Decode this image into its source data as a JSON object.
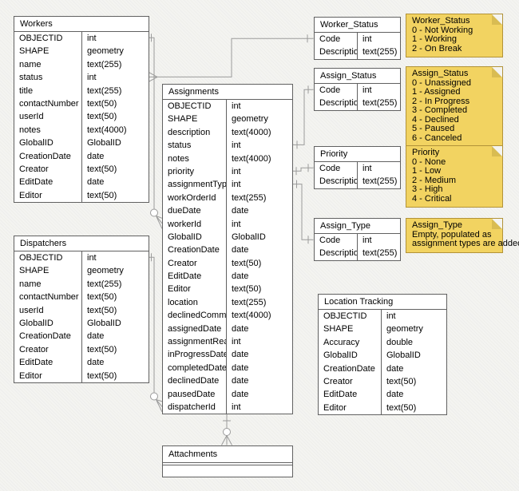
{
  "colors": {
    "background": "#F4F4F1",
    "table_fill": "#FFFFFF",
    "table_border": "#616161",
    "note_fill": "#F2D361",
    "note_border": "#B29339",
    "note_fold": "#D9BC52",
    "connector": "#9B9B9B",
    "text": "#000000"
  },
  "tables": {
    "workers": {
      "title": "Workers",
      "fields": [
        {
          "name": "OBJECTID",
          "type": "int"
        },
        {
          "name": "SHAPE",
          "type": "geometry"
        },
        {
          "name": "name",
          "type": "text(255)"
        },
        {
          "name": "status",
          "type": "int"
        },
        {
          "name": "title",
          "type": "text(255)"
        },
        {
          "name": "contactNumber",
          "type": "text(50)"
        },
        {
          "name": "userId",
          "type": "text(50)"
        },
        {
          "name": "notes",
          "type": "text(4000)"
        },
        {
          "name": "GlobalID",
          "type": "GlobalID"
        },
        {
          "name": "CreationDate",
          "type": "date"
        },
        {
          "name": "Creator",
          "type": "text(50)"
        },
        {
          "name": "EditDate",
          "type": "date"
        },
        {
          "name": "Editor",
          "type": "text(50)"
        }
      ]
    },
    "dispatchers": {
      "title": "Dispatchers",
      "fields": [
        {
          "name": "OBJECTID",
          "type": "int"
        },
        {
          "name": "SHAPE",
          "type": "geometry"
        },
        {
          "name": "name",
          "type": "text(255)"
        },
        {
          "name": "contactNumber",
          "type": "text(50)"
        },
        {
          "name": "userId",
          "type": "text(50)"
        },
        {
          "name": "GlobalID",
          "type": "GlobalID"
        },
        {
          "name": "CreationDate",
          "type": "date"
        },
        {
          "name": "Creator",
          "type": "text(50)"
        },
        {
          "name": "EditDate",
          "type": "date"
        },
        {
          "name": "Editor",
          "type": "text(50)"
        }
      ]
    },
    "assignments": {
      "title": "Assignments",
      "fields": [
        {
          "name": "OBJECTID",
          "type": "int"
        },
        {
          "name": "SHAPE",
          "type": "geometry"
        },
        {
          "name": "description",
          "type": "text(4000)"
        },
        {
          "name": "status",
          "type": "int"
        },
        {
          "name": "notes",
          "type": "text(4000)"
        },
        {
          "name": "priority",
          "type": "int"
        },
        {
          "name": "assignmentType",
          "type": "int"
        },
        {
          "name": "workOrderId",
          "type": "text(255)"
        },
        {
          "name": "dueDate",
          "type": "date"
        },
        {
          "name": "workerId",
          "type": "int"
        },
        {
          "name": "GlobalID",
          "type": "GlobalID"
        },
        {
          "name": "CreationDate",
          "type": "date"
        },
        {
          "name": "Creator",
          "type": "text(50)"
        },
        {
          "name": "EditDate",
          "type": "date"
        },
        {
          "name": "Editor",
          "type": "text(50)"
        },
        {
          "name": "location",
          "type": "text(255)"
        },
        {
          "name": "declinedComment",
          "type": "text(4000)"
        },
        {
          "name": "assignedDate",
          "type": "date"
        },
        {
          "name": "assignmentRead",
          "type": "int"
        },
        {
          "name": "inProgressDate",
          "type": "date"
        },
        {
          "name": "completedDate",
          "type": "date"
        },
        {
          "name": "declinedDate",
          "type": "date"
        },
        {
          "name": "pausedDate",
          "type": "date"
        },
        {
          "name": "dispatcherId",
          "type": "int"
        }
      ]
    },
    "worker_status": {
      "title": "Worker_Status",
      "fields": [
        {
          "name": "Code",
          "type": "int"
        },
        {
          "name": "Description",
          "type": "text(255)"
        }
      ]
    },
    "assign_status": {
      "title": "Assign_Status",
      "fields": [
        {
          "name": "Code",
          "type": "int"
        },
        {
          "name": "Description",
          "type": "text(255)"
        }
      ]
    },
    "priority": {
      "title": "Priority",
      "fields": [
        {
          "name": "Code",
          "type": "int"
        },
        {
          "name": "Description",
          "type": "text(255)"
        }
      ]
    },
    "assign_type": {
      "title": "Assign_Type",
      "fields": [
        {
          "name": "Code",
          "type": "int"
        },
        {
          "name": "Description",
          "type": "text(255)"
        }
      ]
    },
    "location_tracking": {
      "title": "Location Tracking",
      "fields": [
        {
          "name": "OBJECTID",
          "type": "int"
        },
        {
          "name": "SHAPE",
          "type": "geometry"
        },
        {
          "name": "Accuracy",
          "type": "double"
        },
        {
          "name": "GlobalID",
          "type": "GlobalID"
        },
        {
          "name": "CreationDate",
          "type": "date"
        },
        {
          "name": "Creator",
          "type": "text(50)"
        },
        {
          "name": "EditDate",
          "type": "date"
        },
        {
          "name": "Editor",
          "type": "text(50)"
        }
      ]
    },
    "attachments": {
      "title": "Attachments"
    }
  },
  "notes": {
    "worker_status": {
      "title": "Worker_Status",
      "lines": [
        "0 - Not Working",
        "1 - Working",
        "2 - On Break"
      ]
    },
    "assign_status": {
      "title": "Assign_Status",
      "lines": [
        "0 - Unassigned",
        "1 - Assigned",
        "2 - In Progress",
        "3 - Completed",
        "4 - Declined",
        "5 - Paused",
        "6 - Canceled"
      ]
    },
    "priority": {
      "title": "Priority",
      "lines": [
        "0 - None",
        "1 - Low",
        "2 - Medium",
        "3 - High",
        "4 - Critical"
      ]
    },
    "assign_type": {
      "title": "Assign_Type",
      "lines": [
        "Empty, populated as",
        "assignment types are added"
      ]
    }
  }
}
